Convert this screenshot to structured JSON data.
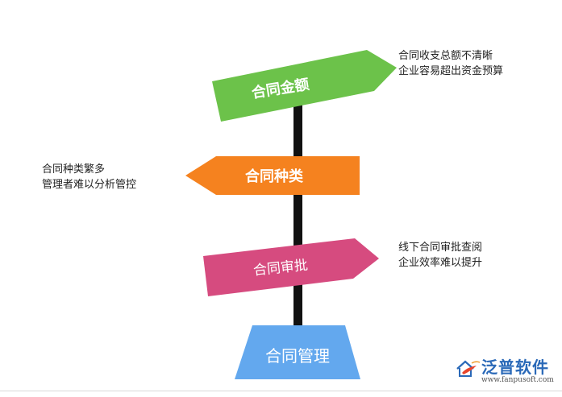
{
  "signs": [
    {
      "label": "合同金额",
      "color": "#6cc24a"
    },
    {
      "label": "合同种类",
      "color": "#f5821f"
    },
    {
      "label": "合同审批",
      "color": "#d64b7f"
    },
    {
      "label": "合同管理",
      "color": "#63a8ee"
    }
  ],
  "notes": [
    {
      "lines": [
        "合同收支总额不清晰",
        "企业容易超出资金预算"
      ]
    },
    {
      "lines": [
        "合同种类繁多",
        "管理者难以分析管控"
      ]
    },
    {
      "lines": [
        "线下合同审批查阅",
        "企业效率难以提升"
      ]
    }
  ],
  "pole_color": "#111111",
  "logo": {
    "name": "泛普软件",
    "url": "www.fanpusoft.com",
    "icon": "house-bird-logo-icon"
  }
}
